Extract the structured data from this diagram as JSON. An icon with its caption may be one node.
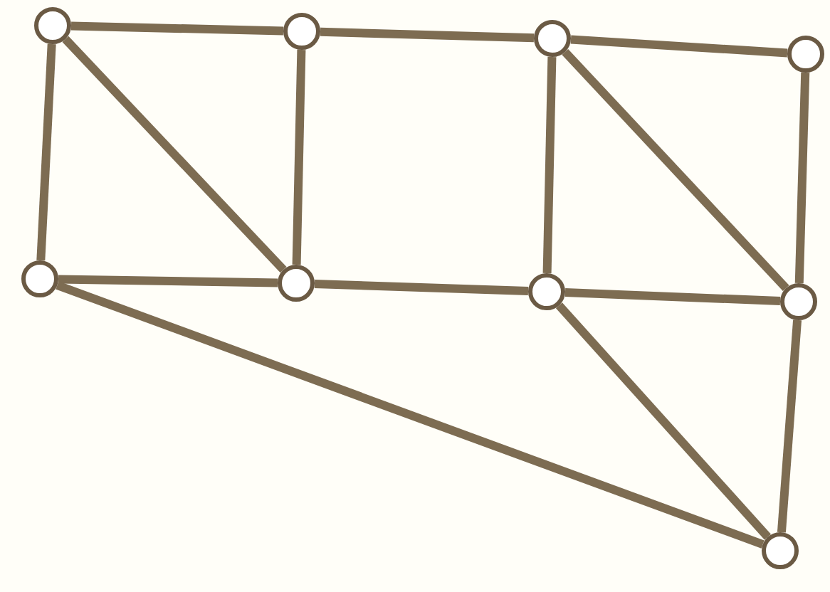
{
  "diagram": {
    "nodes": [
      {
        "text": [],
        "shape": "circle"
      },
      {
        "text": [],
        "shape": "circle"
      },
      {
        "text": [],
        "shape": "circle"
      },
      {
        "text": [],
        "shape": "circle"
      },
      {
        "text": [],
        "shape": "circle"
      },
      {
        "text": [],
        "shape": "circle"
      },
      {
        "text": [],
        "shape": "circle"
      },
      {
        "text": [],
        "shape": "circle"
      },
      {
        "text": [],
        "shape": "circle"
      }
    ],
    "edges": [
      {
        "from": 0,
        "to": 1,
        "arrow": "none"
      },
      {
        "from": 1,
        "to": 2,
        "arrow": "none"
      },
      {
        "from": 2,
        "to": 3,
        "arrow": "none"
      },
      {
        "from": 0,
        "to": 4,
        "arrow": "none"
      },
      {
        "from": 0,
        "to": 5,
        "arrow": "none"
      },
      {
        "from": 1,
        "to": 5,
        "arrow": "none"
      },
      {
        "from": 2,
        "to": 6,
        "arrow": "none"
      },
      {
        "from": 2,
        "to": 7,
        "arrow": "none"
      },
      {
        "from": 3,
        "to": 7,
        "arrow": "none"
      },
      {
        "from": 4,
        "to": 5,
        "arrow": "none"
      },
      {
        "from": 5,
        "to": 6,
        "arrow": "none"
      },
      {
        "from": 6,
        "to": 7,
        "arrow": "none"
      },
      {
        "from": 4,
        "to": 8,
        "arrow": "none"
      },
      {
        "from": 6,
        "to": 8,
        "arrow": "none"
      },
      {
        "from": 7,
        "to": 8,
        "arrow": "none"
      }
    ]
  }
}
